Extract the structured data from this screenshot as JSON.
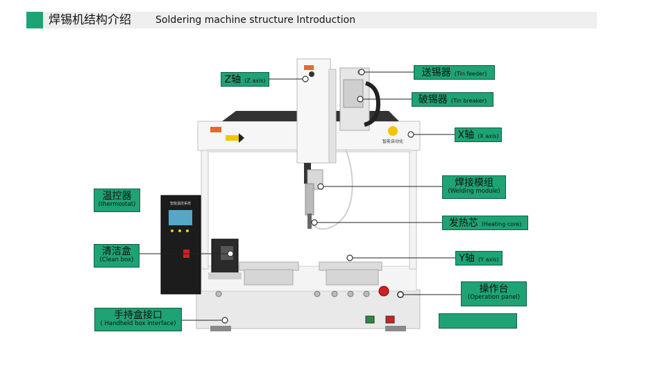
{
  "header": {
    "title_zh": "焊锡机结构介绍",
    "title_en": "Soldering machine structure Introduction",
    "accent_color": "#1fa374"
  },
  "machine": {
    "controller_title": "智能温控系统",
    "brand_text": "智能自动化",
    "tool_label": "Z轴"
  },
  "labels": {
    "z_axis": {
      "zh": "Z轴",
      "en": "(Z axis)"
    },
    "tin_feeder": {
      "zh": "送锡器",
      "en": "(Tin feeder)"
    },
    "tin_breaker": {
      "zh": "破锡器",
      "en": "(Tin breaker)"
    },
    "x_axis": {
      "zh": "X轴",
      "en": "(X axis)"
    },
    "thermostat": {
      "zh": "温控器",
      "en": "(thermostat)"
    },
    "welding_module": {
      "zh": "焊接模组",
      "en": "(Welding module)"
    },
    "heating_core": {
      "zh": "发热芯",
      "en": "(Heating core)"
    },
    "clean_box": {
      "zh": "清洁盒",
      "en": "(Clean box)"
    },
    "y_axis": {
      "zh": "Y轴",
      "en": "(Y axis)"
    },
    "operation_panel": {
      "zh": "操作台",
      "en": "(Operation panel)"
    },
    "handheld_box": {
      "zh": "手持盒接口",
      "en": "( Handheld box interface)"
    }
  }
}
